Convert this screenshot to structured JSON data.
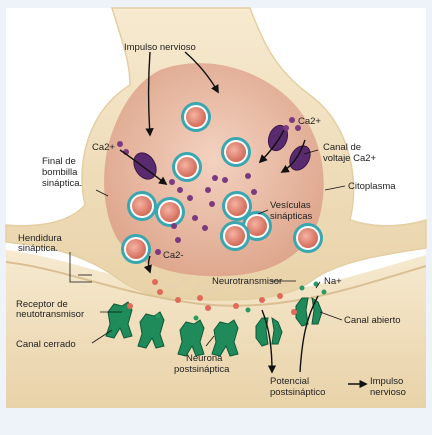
{
  "diagram": {
    "labels": {
      "impulso_nervioso": "Impulso nervioso",
      "ca2_left": "Ca2+",
      "ca2_right": "Ca2+",
      "ca2_minus": "Ca2-",
      "final_bombilla_1": "Final de",
      "final_bombilla_2": "bombilla",
      "final_bombilla_3": "sináptica.",
      "canal_voltaje_1": "Canal de",
      "canal_voltaje_2": "voltaje Ca2+",
      "citoplasma": "Citoplasma",
      "vesiculas_1": "Vesículas",
      "vesiculas_2": "sinápticas",
      "hendidura_1": "Hendidura",
      "hendidura_2": "sináptica.",
      "neurotransmisor": "Neurotransmisor",
      "na_plus": "Na+",
      "receptor_1": "Receptor de",
      "receptor_2": "neutotransmisor",
      "canal_abierto": "Canal abierto",
      "canal_cerrado": "Canal cerrado",
      "neurona_1": "Neurona",
      "neurona_2": "postsináptica",
      "potencial_1": "Potencial",
      "potencial_2": "postsináptico",
      "impulso_out_1": "Impulso",
      "impulso_out_2": "nervioso"
    },
    "colors": {
      "background": "#eef3f9",
      "membrane": "#f1dfbc",
      "cytoplasm": "#e8c0a8",
      "channel_purple": "#5a2a6e",
      "receptor_green": "#1f8a5a",
      "vesicle_ring": "#3aa6b0",
      "vesicle_core": "#e48a78"
    }
  }
}
